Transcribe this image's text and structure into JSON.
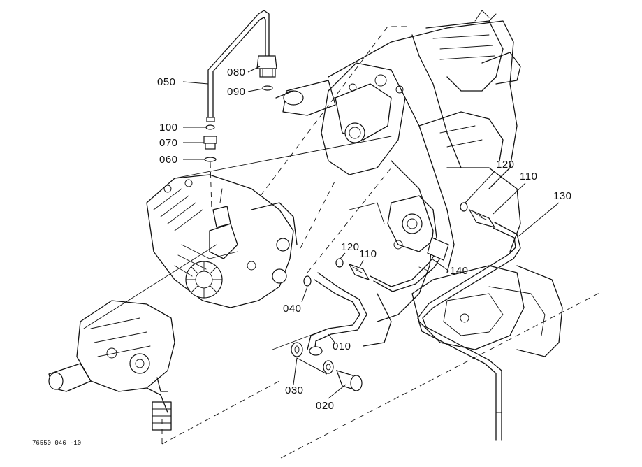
{
  "diagram": {
    "callouts": [
      {
        "id": "050",
        "label": "050"
      },
      {
        "id": "080",
        "label": "080"
      },
      {
        "id": "090",
        "label": "090"
      },
      {
        "id": "100",
        "label": "100"
      },
      {
        "id": "070",
        "label": "070"
      },
      {
        "id": "060",
        "label": "060"
      },
      {
        "id": "120a",
        "label": "120"
      },
      {
        "id": "110a",
        "label": "110"
      },
      {
        "id": "130",
        "label": "130"
      },
      {
        "id": "120b",
        "label": "120"
      },
      {
        "id": "110b",
        "label": "110"
      },
      {
        "id": "140",
        "label": "140"
      },
      {
        "id": "040",
        "label": "040"
      },
      {
        "id": "010",
        "label": "010"
      },
      {
        "id": "030",
        "label": "030"
      },
      {
        "id": "020",
        "label": "020"
      }
    ],
    "figure_code": "76550  046 -10"
  }
}
